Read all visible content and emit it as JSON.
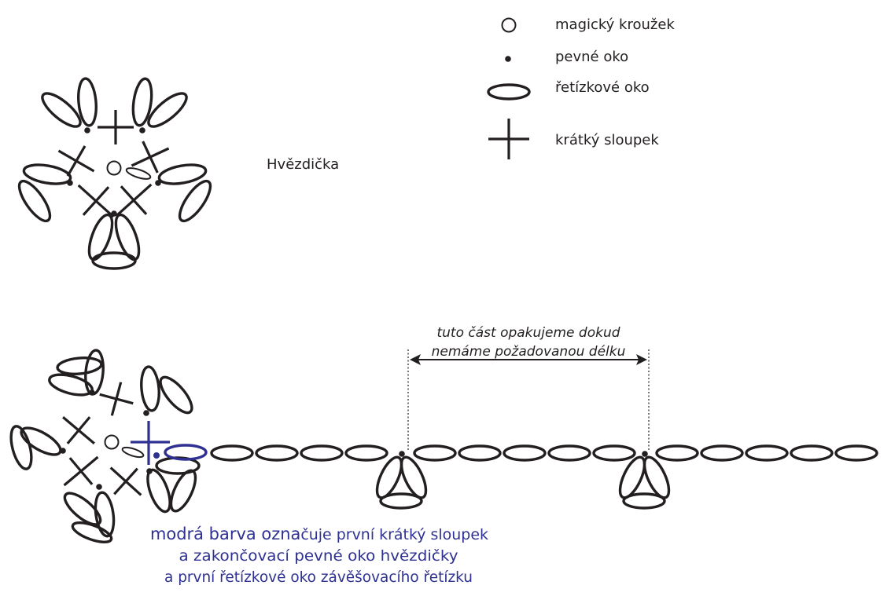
{
  "legend": {
    "magic_ring": "magický kroužek",
    "single_crochet": "pevné oko",
    "chain_stitch": "řetízkové oko",
    "half_double_crochet": "krátký sloupek"
  },
  "star_label": "Hvězdička",
  "repeat_note": {
    "line1": "tuto část opakujeme dokud",
    "line2": "nemáme požadovanou délku"
  },
  "blue_note": {
    "line1_big": "modrá barva ozna",
    "line1_rest": "čuje první krátký sloupek",
    "line2": "a zakončovací pevné oko hvězdičky",
    "line3": "a první řetízkové oko závěšovacího řetízku"
  },
  "colors": {
    "black": "#231f20",
    "blue": "#2e3192"
  }
}
